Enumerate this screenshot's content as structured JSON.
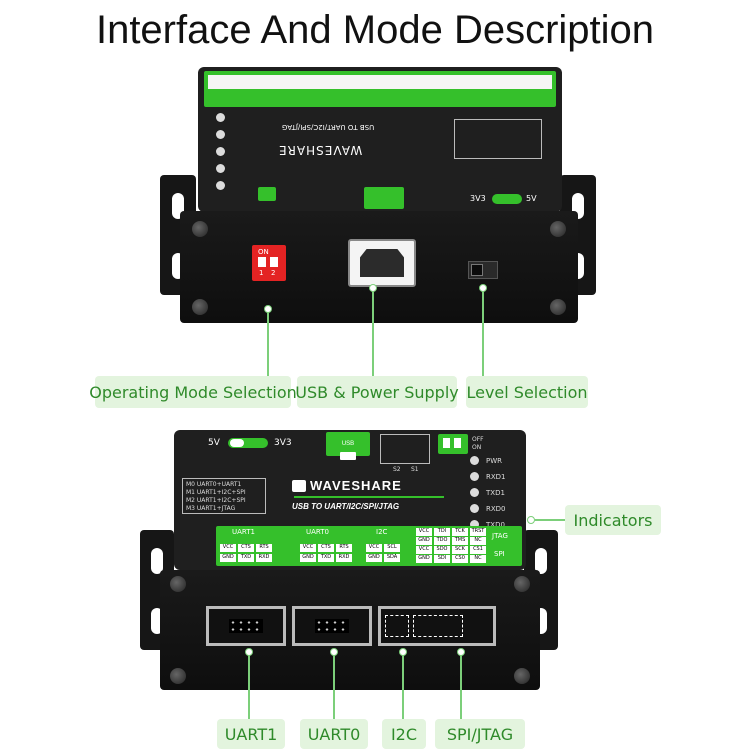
{
  "title": "Interface And Mode Description",
  "callouts": {
    "mode": "Operating Mode Selection",
    "usb": "USB & Power Supply",
    "level": "Level Selection",
    "indicators": "Indicators",
    "uart1": "UART1",
    "uart0": "UART0",
    "i2c": "I2C",
    "spi_jtag": "SPI/JTAG"
  },
  "device": {
    "brand": "WAVESHARE",
    "subtitle": "USB TO UART/I2C/SPI/JTAG",
    "usb_label": "USB",
    "voltage_5v": "5V",
    "voltage_3v3": "3V3",
    "switch_on": "ON",
    "switch_off": "OFF",
    "switch_s1": "S1",
    "switch_s2": "S2",
    "dip_on": "ON",
    "dip_1": "1",
    "dip_2": "2",
    "leds": [
      "PWR",
      "RXD1",
      "TXD1",
      "RXD0",
      "TXD0"
    ],
    "modes": [
      "M0  UART0+UART1",
      "M1  UART1+I2C+SPI",
      "M2  UART1+I2C+SPI",
      "M3  UART1+JTAG"
    ],
    "ports": {
      "uart1": {
        "name": "UART1",
        "row1": [
          "VCC",
          "CTS",
          "RTS"
        ],
        "row2": [
          "GND",
          "TXD",
          "RXD"
        ]
      },
      "uart0": {
        "name": "UART0",
        "row1": [
          "VCC",
          "CTS",
          "RTS"
        ],
        "row2": [
          "GND",
          "TXD",
          "RXD"
        ]
      },
      "i2c": {
        "name": "I2C",
        "row1": [
          "VCC",
          "SCL"
        ],
        "row2": [
          "GND",
          "SDA"
        ]
      },
      "jtag": {
        "name": "JTAG",
        "row1": [
          "VCC",
          "TDI",
          "TCK",
          "TRST"
        ],
        "row2": [
          "GND",
          "TDO",
          "TMS",
          "NC"
        ]
      },
      "spi": {
        "name": "SPI",
        "row1": [
          "VCC",
          "SDO",
          "SCK",
          "CS1"
        ],
        "row2": [
          "GND",
          "SDI",
          "CS0",
          "NC"
        ]
      }
    }
  }
}
